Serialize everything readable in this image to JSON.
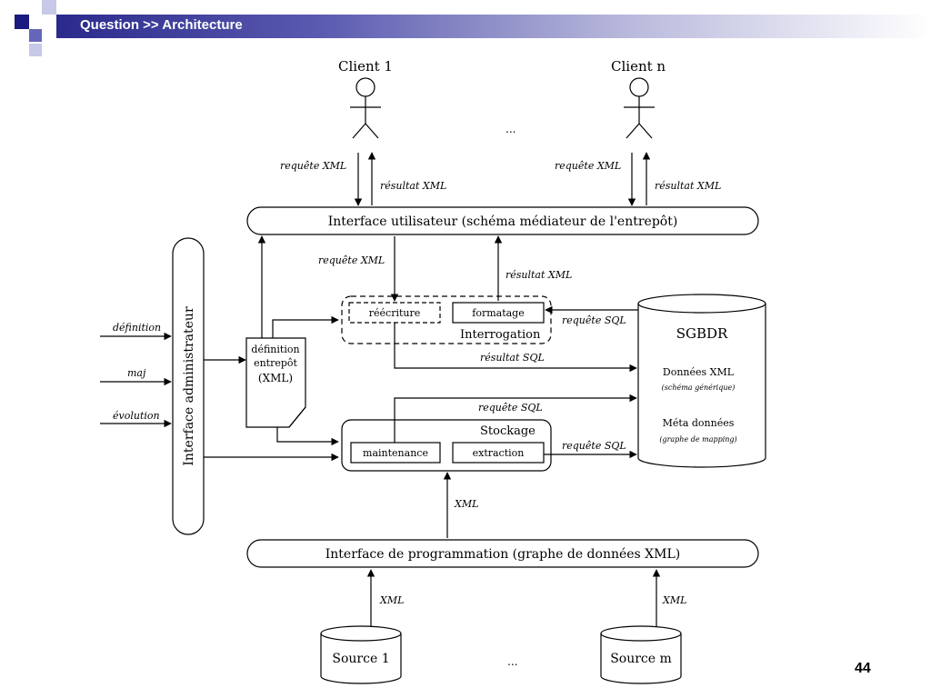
{
  "header": {
    "title": "Question >> Architecture"
  },
  "page_number": "44",
  "diagram": {
    "actors": {
      "client_1": "Client 1",
      "client_n": "Client n",
      "ellipsis": "..."
    },
    "flows": {
      "req_xml_1": "requête XML",
      "res_xml_1": "résultat XML",
      "req_xml_n": "requête XML",
      "res_xml_n": "résultat XML",
      "req_xml_mid": "requête XML",
      "res_xml_mid": "résultat XML",
      "req_sql_top": "requête SQL",
      "res_sql": "résultat SQL",
      "req_sql_mid": "requête SQL",
      "req_sql_bottom": "requête SQL",
      "xml_up": "XML",
      "xml_src1": "XML",
      "xml_srcm": "XML"
    },
    "user_interface": "Interface utilisateur (schéma médiateur de l'entrepôt)",
    "admin_interface": "Interface administrateur",
    "admin_inputs": [
      "définition",
      "maj",
      "évolution"
    ],
    "definition_box": [
      "définition",
      "entrepôt",
      "(XML)"
    ],
    "interrogation": {
      "label": "Interrogation",
      "rewrite": "réécriture",
      "format": "formatage"
    },
    "stockage": {
      "label": "Stockage",
      "maintenance": "maintenance",
      "extraction": "extraction"
    },
    "sgbdr": {
      "title": "SGBDR",
      "data_xml": "Données XML",
      "data_xml_sub": "(schéma générique)",
      "meta": "Méta données",
      "meta_sub": "(graphe de mapping)"
    },
    "programming_interface": "Interface de programmation (graphe de données XML)",
    "sources": {
      "source_1": "Source 1",
      "source_m": "Source m",
      "ellipsis": "..."
    }
  }
}
